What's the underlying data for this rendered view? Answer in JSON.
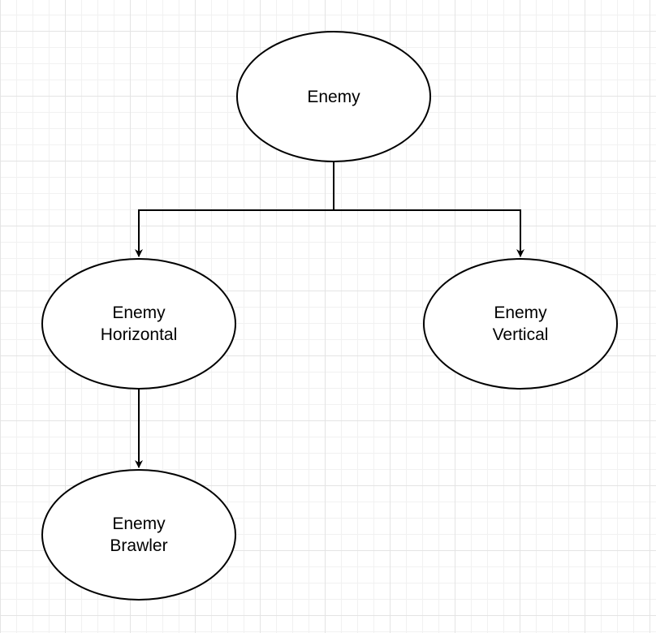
{
  "nodes": {
    "enemy": {
      "line1": "Enemy"
    },
    "enemy_horizontal": {
      "line1": "Enemy",
      "line2": "Horizontal"
    },
    "enemy_vertical": {
      "line1": "Enemy",
      "line2": "Vertical"
    },
    "enemy_brawler": {
      "line1": "Enemy",
      "line2": "Brawler"
    }
  },
  "edges": [
    {
      "from": "enemy",
      "to": "enemy_horizontal"
    },
    {
      "from": "enemy",
      "to": "enemy_vertical"
    },
    {
      "from": "enemy_horizontal",
      "to": "enemy_brawler"
    }
  ],
  "colors": {
    "stroke": "#000000",
    "fill": "#ffffff",
    "grid": "#e4e4e4"
  }
}
